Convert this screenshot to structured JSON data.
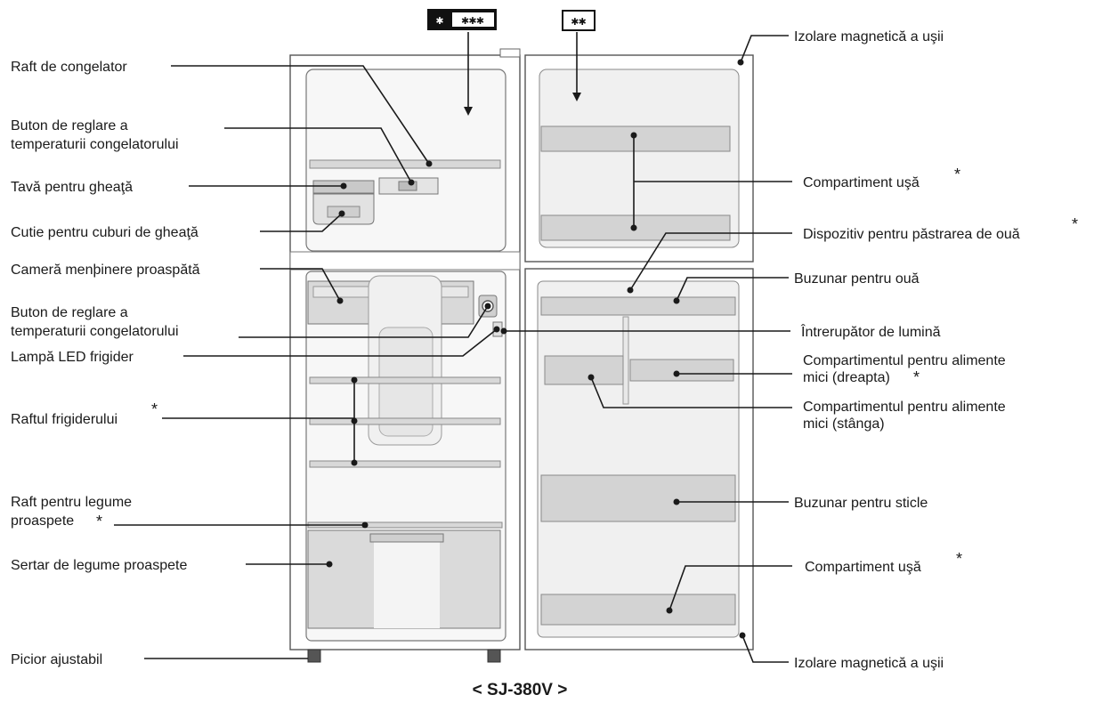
{
  "model": "< SJ-380V >",
  "badges": {
    "freezer": {
      "prefix": "✱",
      "rating": "✱✱✱"
    },
    "door": "✱✱"
  },
  "labels": {
    "raft_congelator": "Raft de congelator",
    "buton_congelator_1": [
      "Buton de reglare a",
      "temperaturii congelatorului"
    ],
    "tava_gheata": "Tavă pentru gheaţă",
    "cutie_cuburi": "Cutie pentru cuburi de gheaţă",
    "camera_proaspata": "Cameră menþinere proaspătă",
    "buton_congelator_2": [
      "Buton de reglare a",
      "temperaturii congelatorului"
    ],
    "lampa_led": "Lampă LED frigider",
    "raftul_frigiderului": "Raftul frigiderului",
    "raft_legume": [
      "Raft pentru legume",
      "proaspete"
    ],
    "sertar_legume": "Sertar de legume proaspete",
    "picior": "Picior ajustabil",
    "izolare_sus": "Izolare magnetică a uşii",
    "compartiment_usa_1": "Compartiment uşă",
    "dispozitiv_oua": "Dispozitiv pentru păstrarea de ouă",
    "buzunar_oua": "Buzunar pentru ouă",
    "intrerupator": "Întrerupător de lumină",
    "comp_mici_dreapta": [
      "Compartimentul pentru alimente",
      "mici (dreapta)"
    ],
    "comp_mici_stanga": [
      "Compartimentul pentru alimente",
      "mici (stânga)"
    ],
    "buzunar_sticle": "Buzunar pentru sticle",
    "compartiment_usa_2": "Compartiment uşă",
    "izolare_jos": "Izolare magnetică a uşii"
  },
  "asterisk": "*"
}
